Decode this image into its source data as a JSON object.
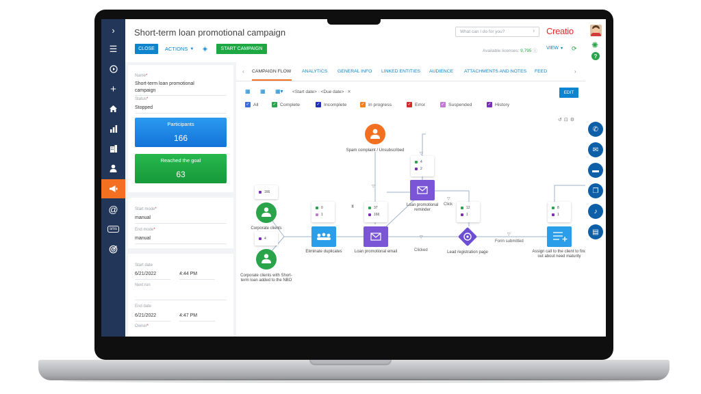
{
  "header": {
    "title": "Short-term loan promotional campaign",
    "close_label": "CLOSE",
    "actions_label": "ACTIONS",
    "start_label": "START CAMPAIGN",
    "search_placeholder": "What can I do for you?",
    "logo": "Creatio",
    "licenses_label": "Available licenses:",
    "licenses_value": "9,795",
    "view_label": "VIEW"
  },
  "sidebar": {
    "items": [
      {
        "icon": "chevron-right-icon",
        "glyph": "›"
      },
      {
        "icon": "menu-icon",
        "glyph": "☰"
      },
      {
        "icon": "play-icon",
        "glyph": "▶"
      },
      {
        "icon": "plus-icon",
        "glyph": "+"
      },
      {
        "icon": "home-icon",
        "glyph": "⌂"
      },
      {
        "icon": "dashboard-icon",
        "glyph": "▮"
      },
      {
        "icon": "accounts-icon",
        "glyph": "▦"
      },
      {
        "icon": "contacts-icon",
        "glyph": "●"
      },
      {
        "icon": "campaigns-icon",
        "glyph": "◀"
      },
      {
        "icon": "email-icon",
        "glyph": "@"
      },
      {
        "icon": "sms-icon",
        "glyph": "sms"
      },
      {
        "icon": "target-icon",
        "glyph": "◎"
      }
    ]
  },
  "panel": {
    "name_label": "Name",
    "name_value_1": "Short-term loan promotional",
    "name_value_2": "campaign",
    "status_label": "Status",
    "status_value": "Stopped",
    "participants_label": "Participants",
    "participants_value": "166",
    "goal_label": "Reached the goal",
    "goal_value": "63",
    "start_mode_label": "Start mode",
    "start_mode_value": "manual",
    "end_mode_label": "End mode",
    "end_mode_value": "manual",
    "start_date_label": "Start date",
    "start_date_value": "6/21/2022",
    "start_time_value": "4:44 PM",
    "next_run_label": "Next run",
    "end_date_label": "End date",
    "end_date_value": "6/21/2022",
    "end_time_value": "4:47 PM",
    "owner_label": "Owner"
  },
  "tabs": [
    {
      "label": "CAMPAIGN FLOW"
    },
    {
      "label": "ANALYTICS"
    },
    {
      "label": "GENERAL INFO"
    },
    {
      "label": "LINKED ENTITIES"
    },
    {
      "label": "AUDIENCE"
    },
    {
      "label": "ATTACHMENTS AND NOTES"
    },
    {
      "label": "FEED"
    }
  ],
  "toolbar": {
    "start_date_placeholder": "<Start date>",
    "due_date_placeholder": "<Due date>",
    "edit_label": "EDIT"
  },
  "filters": [
    {
      "label": "All",
      "color": "#3b6fd6"
    },
    {
      "label": "Complete",
      "color": "#2aa44a"
    },
    {
      "label": "Incomplete",
      "color": "#1f2fb8"
    },
    {
      "label": "In progress",
      "color": "#f0821e"
    },
    {
      "label": "Error",
      "color": "#d32b2b"
    },
    {
      "label": "Suspended",
      "color": "#c37ad6"
    },
    {
      "label": "History",
      "color": "#7b2fb8"
    }
  ],
  "flow": {
    "nodes": {
      "spam": "Spam complaint / Unsubscribed",
      "corporate": "Corporate clients",
      "corporate_nbo": "Corporate clients with Short-term loan added to the NBO",
      "eliminate": "Eliminate duplicates",
      "loan_email": "Loan promotional email",
      "reminder": "Loan promotional reminder",
      "lead_page": "Lead registration page",
      "assign_call": "Assign call to the client to find out about need maturity"
    },
    "edges": {
      "clicked": "Clicked",
      "form_submitted": "Form submitted",
      "click": "Click"
    },
    "counts": {
      "corporate": "166",
      "nbo": "4",
      "eliminate_complete": "0",
      "eliminate_history": "1",
      "email_complete": "37",
      "email_history": "166",
      "reminder_complete": "4",
      "reminder_history": "2",
      "lead_complete": "12",
      "lead_history": "1",
      "assign_complete": "8",
      "assign_history": "1"
    }
  }
}
